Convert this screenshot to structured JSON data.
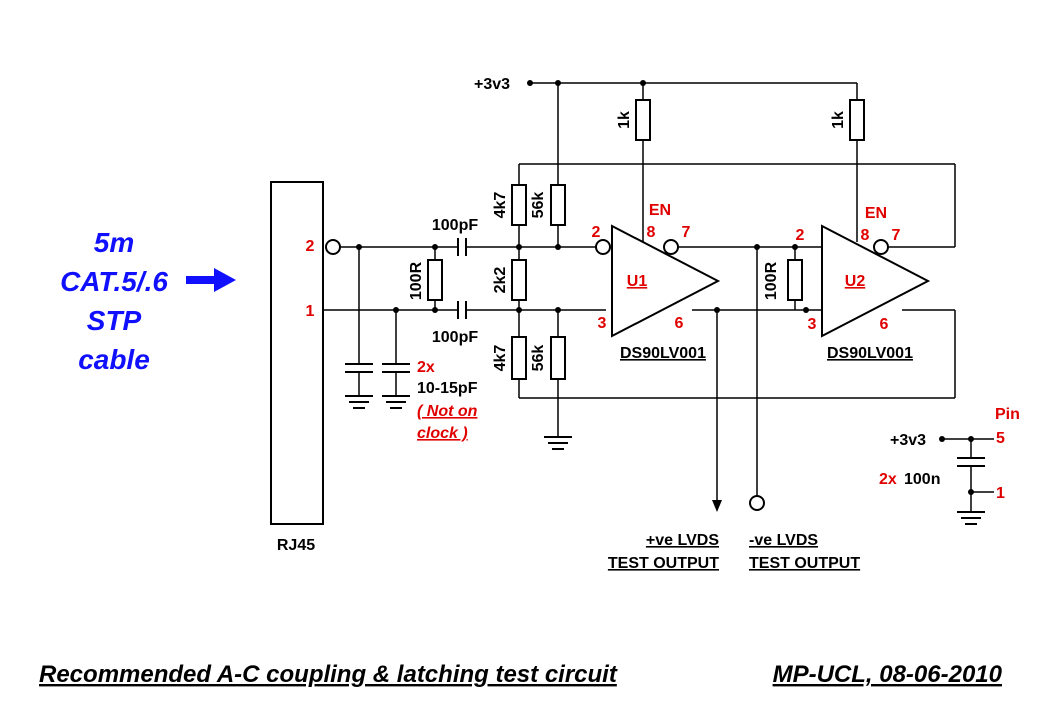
{
  "cable": {
    "line1": "5m",
    "line2": "CAT.5/.6",
    "line3": "STP",
    "line4": "cable"
  },
  "connector": {
    "name": "RJ45",
    "pin_top": "2",
    "pin_bottom": "1"
  },
  "supply": {
    "rail": "+3v3"
  },
  "resistors": {
    "r_pullup_u1": "1k",
    "r_pullup_u2": "1k",
    "r_4k7_top": "4k7",
    "r_56k_top": "56k",
    "r_2k2": "2k2",
    "r_4k7_bot": "4k7",
    "r_56k_bot": "56k",
    "r_term_input": "100R",
    "r_term_u2": "100R"
  },
  "capacitors": {
    "c_top": "100pF",
    "c_bot": "100pF",
    "c_filter_count": "2x",
    "c_filter_value": "10-15pF",
    "c_filter_note_1": "( Not on",
    "c_filter_note_2": "clock )"
  },
  "u1": {
    "ref": "U1",
    "part": "DS90LV001",
    "en": "EN",
    "pin_en": "8",
    "pin_out_n": "7",
    "pin_in_p": "2",
    "pin_in_n": "3",
    "pin_out_p": "6"
  },
  "u2": {
    "ref": "U2",
    "part": "DS90LV001",
    "en": "EN",
    "pin_en": "8",
    "pin_out_n": "7",
    "pin_in_p": "2",
    "pin_in_n": "3",
    "pin_out_p": "6"
  },
  "test_outputs": {
    "pos_line1": "+ve LVDS",
    "pos_line2": "TEST OUTPUT",
    "neg_line1": "-ve LVDS",
    "neg_line2": "TEST OUTPUT"
  },
  "decoupling": {
    "rail": "+3v3",
    "pin_label": "Pin",
    "pin_top": "5",
    "pin_bottom": "1",
    "count": "2x",
    "value": "100n"
  },
  "footer": {
    "title": "Recommended A-C coupling & latching test circuit",
    "credit": "MP-UCL, 08-06-2010"
  }
}
